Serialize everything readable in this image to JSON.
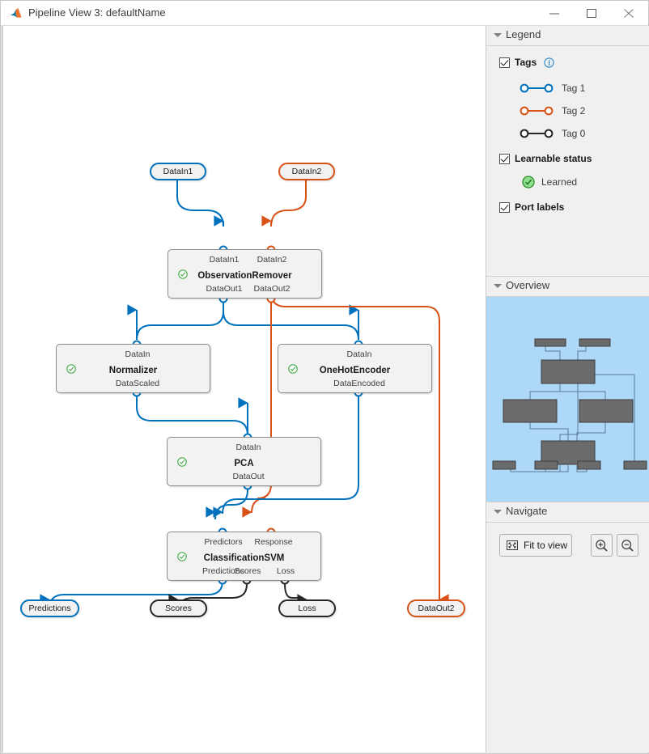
{
  "window": {
    "title": "Pipeline View 3: defaultName",
    "minimize_label": "Minimize",
    "maximize_label": "Maximize",
    "close_label": "Close"
  },
  "colors": {
    "tag1": "#0072bd",
    "tag2": "#d95319",
    "tag0": "#262626",
    "learned": "#4caf50",
    "overview_bg": "#aed8f7"
  },
  "legend": {
    "section_title": "Legend",
    "tags_label": "Tags",
    "info_icon": "info-icon",
    "tags": [
      {
        "label": "Tag 1",
        "color": "#0072bd"
      },
      {
        "label": "Tag 2",
        "color": "#d95319"
      },
      {
        "label": "Tag 0",
        "color": "#262626"
      }
    ],
    "learnable_status_label": "Learnable status",
    "learned_label": "Learned",
    "port_labels_label": "Port labels"
  },
  "overview": {
    "section_title": "Overview"
  },
  "navigate": {
    "section_title": "Navigate",
    "fit_to_view_label": "Fit to view",
    "zoom_in_label": "Zoom in",
    "zoom_out_label": "Zoom out"
  },
  "diagram": {
    "inputs": [
      {
        "id": "datain1",
        "label": "DataIn1",
        "color": "tag1"
      },
      {
        "id": "datain2",
        "label": "DataIn2",
        "color": "tag2"
      }
    ],
    "blocks": [
      {
        "id": "observationremover",
        "name": "ObservationRemover",
        "inputs": [
          "DataIn1",
          "DataIn2"
        ],
        "outputs": [
          "DataOut1",
          "DataOut2"
        ],
        "learned": true
      },
      {
        "id": "normalizer",
        "name": "Normalizer",
        "inputs": [
          "DataIn"
        ],
        "outputs": [
          "DataScaled"
        ],
        "learned": true
      },
      {
        "id": "onehotencoder",
        "name": "OneHotEncoder",
        "inputs": [
          "DataIn"
        ],
        "outputs": [
          "DataEncoded"
        ],
        "learned": true
      },
      {
        "id": "pca",
        "name": "PCA",
        "inputs": [
          "DataIn"
        ],
        "outputs": [
          "DataOut"
        ],
        "learned": true
      },
      {
        "id": "classificationsvm",
        "name": "ClassificationSVM",
        "inputs": [
          "Predictors",
          "Response"
        ],
        "outputs": [
          "Predictions",
          "Scores",
          "Loss"
        ],
        "learned": true
      }
    ],
    "outputs": [
      {
        "id": "predictions",
        "label": "Predictions",
        "color": "tag1"
      },
      {
        "id": "scores",
        "label": "Scores",
        "color": "tag0"
      },
      {
        "id": "loss",
        "label": "Loss",
        "color": "tag0"
      },
      {
        "id": "dataout2",
        "label": "DataOut2",
        "color": "tag2"
      }
    ]
  }
}
